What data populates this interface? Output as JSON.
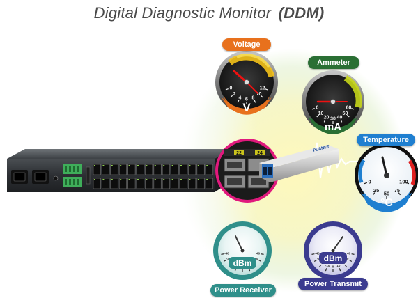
{
  "title": {
    "main": "Digital Diagnostic Monitor",
    "emphasis": "(DDM)"
  },
  "colors": {
    "voltage_accent": "#e8711d",
    "ammeter_accent": "#2a6f34",
    "temperature_accent": "#1f7fd0",
    "receiver_accent": "#2f8f8a",
    "transmit_accent": "#3b3b8f",
    "highlight_ring": "#e0197d"
  },
  "gauges": {
    "voltage": {
      "label": "Voltage",
      "unit": "V",
      "ticks": [
        "0",
        "2",
        "4",
        "6",
        "8",
        "10",
        "12"
      ]
    },
    "ammeter": {
      "label": "Ammeter",
      "unit": "mA",
      "ticks": [
        "0",
        "10",
        "20",
        "30",
        "40",
        "50",
        "60"
      ]
    },
    "temperature": {
      "label": "Temperature",
      "unit": "°C",
      "ticks": [
        "0",
        "25",
        "50",
        "75",
        "100"
      ]
    },
    "power_receiver": {
      "label": "Power Receiver",
      "unit": "dBm",
      "ticks": [
        "-40",
        "-30",
        "-20",
        "-10",
        "0",
        "10",
        "20",
        "30",
        "40"
      ]
    },
    "power_transmit": {
      "label": "Power Transmit",
      "unit": "dBm",
      "ticks": [
        "-40",
        "-30",
        "-20",
        "-10",
        "0",
        "10",
        "20",
        "30",
        "40"
      ]
    }
  },
  "device": {
    "port_numbers": [
      "22",
      "24"
    ],
    "module_brand": "PLANET"
  }
}
